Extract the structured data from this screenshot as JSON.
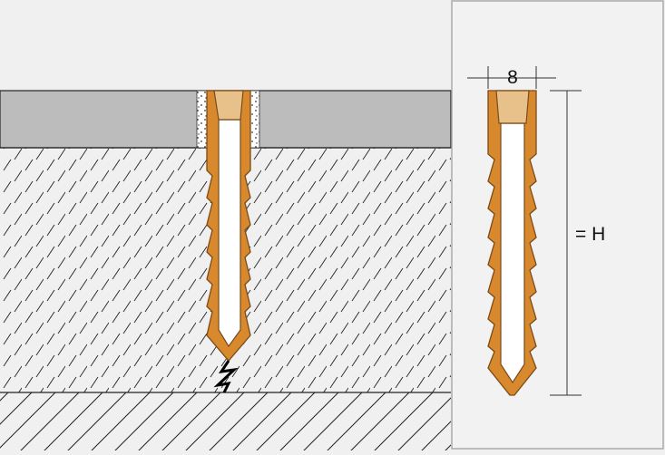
{
  "labels": {
    "width_value": "8",
    "height_value": "= H"
  },
  "colors": {
    "anchor_body": "#d8892e",
    "anchor_outline": "#7a4a18",
    "anchor_cap": "#e8c08a",
    "slab": "#bcbcbc",
    "background": "#f0f0f0",
    "panel": "#f2f2f2",
    "hatch": "#222222",
    "crack": "#000000"
  },
  "icons": {
    "dimension_arrows": "tick-marks"
  }
}
